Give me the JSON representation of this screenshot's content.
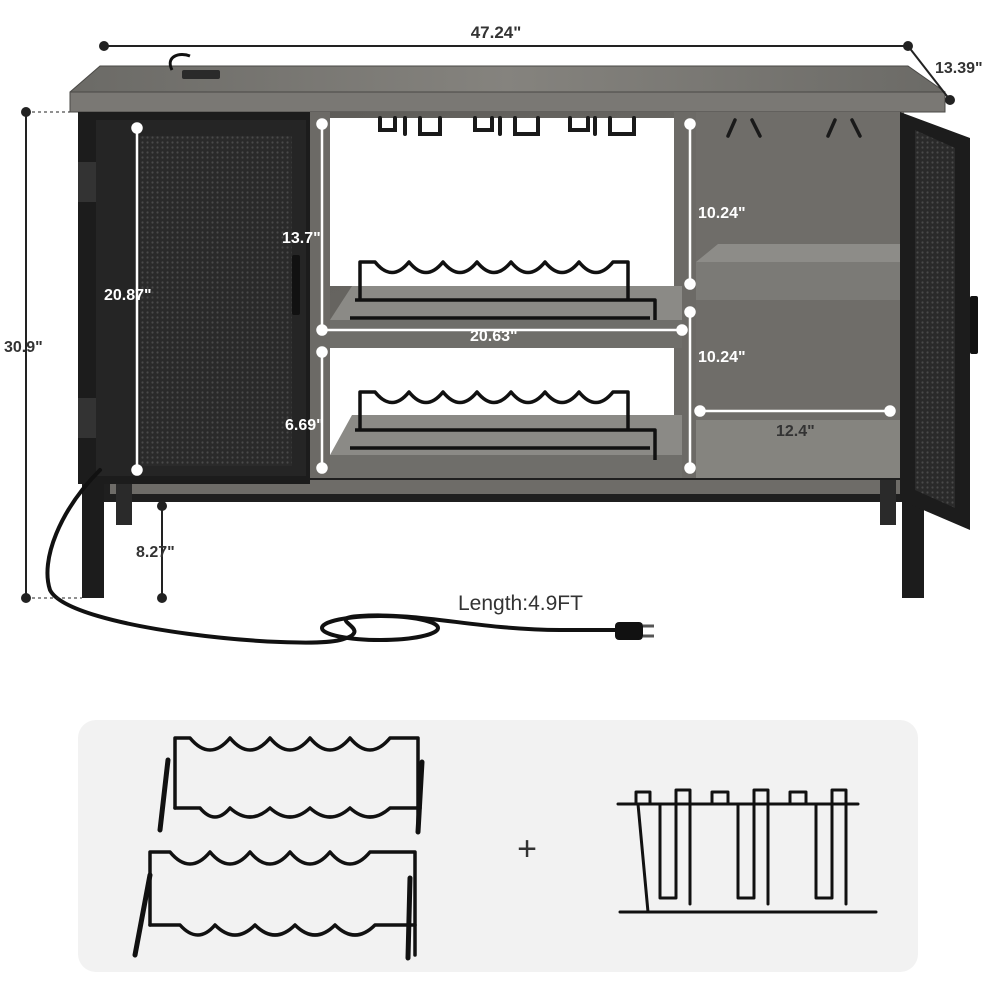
{
  "colors": {
    "wood": "#6f6f6d",
    "wood_light": "#8b8a86",
    "wood_dark": "#55534f",
    "metal": "#1e1e1e",
    "dim_line": "#222222",
    "dim_line_inner": "#ffffff",
    "panel_bg": "#f2f2f2"
  },
  "dimensions": {
    "overall_width": "47.24\"",
    "depth": "13.39\"",
    "overall_height": "30.9\"",
    "door_height": "20.87\"",
    "upper_opening": "13.7\"",
    "lower_opening": "6.69\"",
    "center_width": "20.63\"",
    "right_upper": "10.24\"",
    "right_lower": "10.24\"",
    "right_width": "12.4\"",
    "leg_height": "8.27\""
  },
  "cord": {
    "label": "Length:4.9FT"
  },
  "accessories": {
    "plus_sign": "+",
    "wine_racks_icon": "wine-rack-icon",
    "glass_holder_icon": "glass-holder-icon"
  }
}
